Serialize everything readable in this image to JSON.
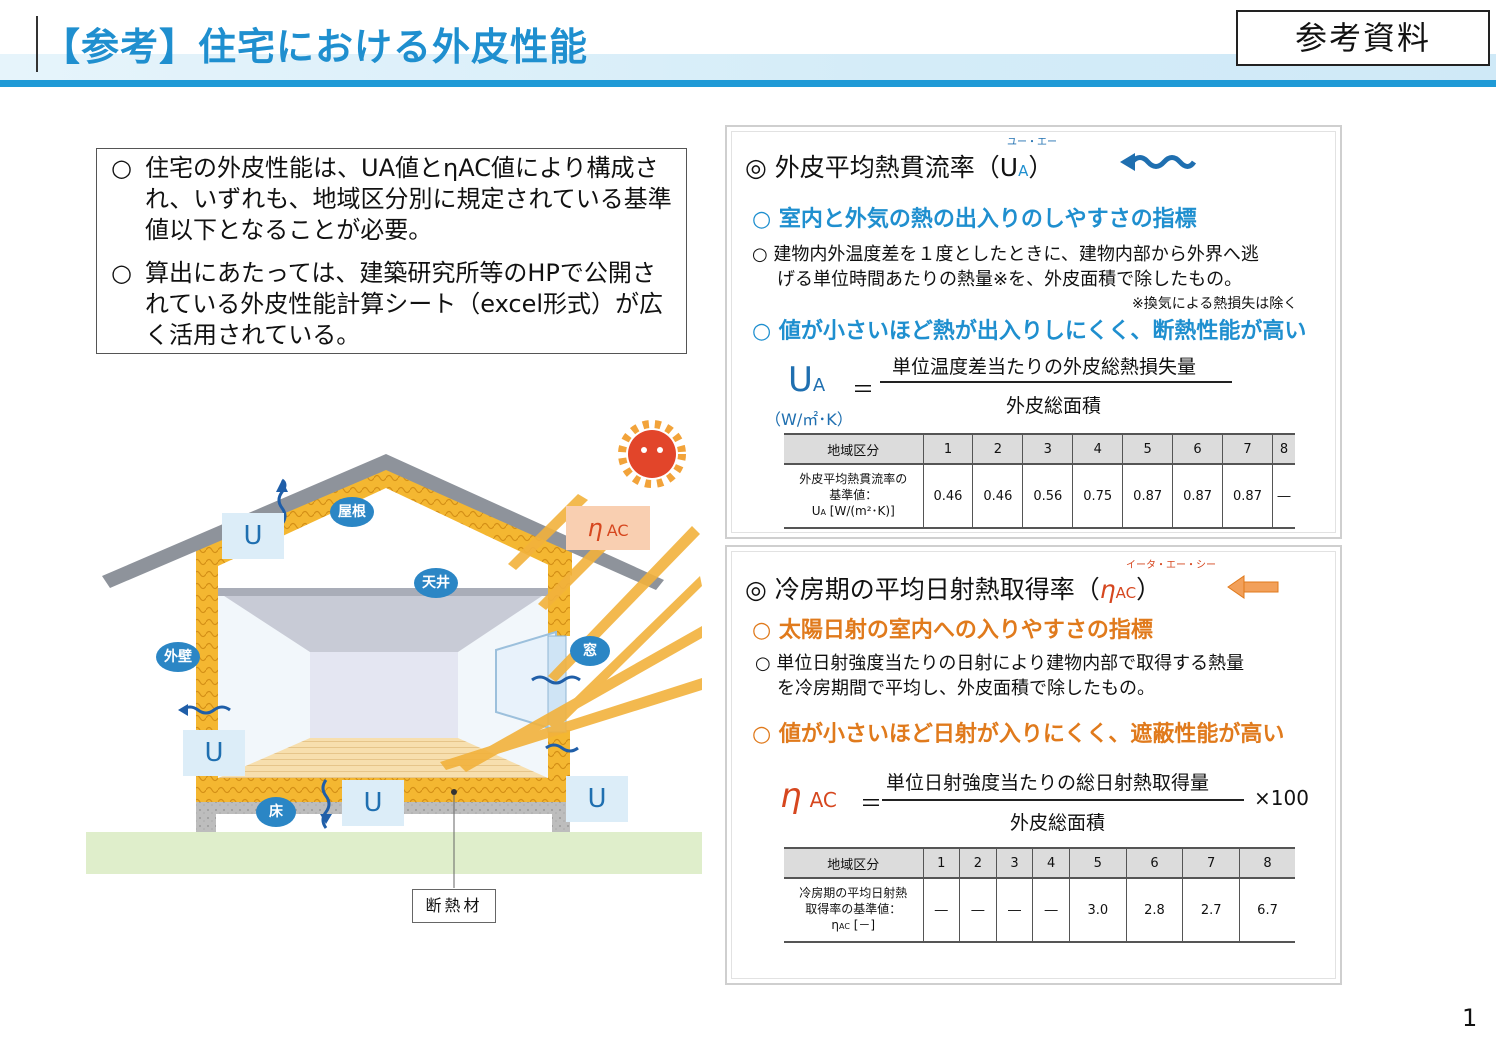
{
  "header": {
    "title": "【参考】住宅における外皮性能",
    "ref_label": "参考資料"
  },
  "intro": {
    "bullets": [
      {
        "mark": "○",
        "text": "住宅の外皮性能は、UA値とηAC値により構成され、いずれも、地域区分別に規定されている基準値以下となることが必要。"
      },
      {
        "mark": "○",
        "text": "算出にあたっては、建築研究所等のHPで公開されている外皮性能計算シート（excel形式）が広く活用されている。"
      }
    ]
  },
  "ua_panel": {
    "ruby": "ユー・エー",
    "title": "◎ 外皮平均熱貫流率（U",
    "title_sub": "A",
    "title_close": "）",
    "headline": "○ 室内と外気の熱の出入りのしやすさの指標",
    "desc_line1": "○ 建物内外温度差を１度としたときに、建物内部から外界へ逃",
    "desc_line2": "げる単位時間あたりの熱量※を、外皮面積で除したもの。",
    "note": "※換気による熱損失は除く",
    "conclusion": "○ 値が小さいほど熱が出入りしにくく、断熱性能が高い",
    "formula": {
      "lhs": "U",
      "lhs_sub": "A",
      "unit": "（W/㎡･K）",
      "eq": "＝",
      "numerator": "単位温度差当たりの外皮総熱損失量",
      "denominator": "外皮総面積"
    },
    "table": {
      "header_label": "地域区分",
      "regions": [
        "1",
        "2",
        "3",
        "4",
        "5",
        "6",
        "7",
        "8"
      ],
      "row_label_1": "外皮平均熱貫流率の",
      "row_label_2": "基準値：",
      "row_label_3": "U",
      "row_label_3_sub": "A",
      "row_label_3_tail": " [W/(m²･K)]",
      "values": [
        "0.46",
        "0.46",
        "0.56",
        "0.75",
        "0.87",
        "0.87",
        "0.87",
        "―"
      ]
    }
  },
  "eta_panel": {
    "ruby": "イータ・エー・シー",
    "title": "◎ 冷房期の平均日射熱取得率（",
    "title_eta": "η",
    "title_sub": "AC",
    "title_close": "）",
    "headline": "○ 太陽日射の室内への入りやすさの指標",
    "desc_line1": "○ 単位日射強度当たりの日射により建物内部で取得する熱量",
    "desc_line2": "を冷房期間で平均し、外皮面積で除したもの。",
    "conclusion": "○ 値が小さいほど日射が入りにくく、遮蔽性能が高い",
    "formula": {
      "lhs": "η",
      "lhs_sub": "AC",
      "eq": "＝",
      "numerator": "単位日射強度当たりの総日射熱取得量",
      "denominator": "外皮総面積",
      "multiplier": "×100"
    },
    "table": {
      "header_label": "地域区分",
      "regions": [
        "1",
        "2",
        "3",
        "4",
        "5",
        "6",
        "7",
        "8"
      ],
      "row_label_1": "冷房期の平均日射熱",
      "row_label_2": "取得率の基準値：",
      "row_label_3": "η",
      "row_label_3_sub": "AC",
      "row_label_3_tail": " [－]",
      "values": [
        "―",
        "―",
        "―",
        "―",
        "3.0",
        "2.8",
        "2.7",
        "6.7"
      ]
    }
  },
  "house": {
    "labels": {
      "roof": "屋根",
      "ceiling": "天井",
      "wall": "外壁",
      "window": "窓",
      "floor": "床",
      "insulation": "断熱材"
    },
    "u_tag": "U",
    "eta_tag": "η",
    "eta_tag_sub": "AC"
  },
  "page_number": "1",
  "colors": {
    "accent_blue": "#1f8fcf",
    "accent_orange": "#e07a1c",
    "insulation": "#f4b731",
    "sun_ray": "#f2b23c"
  }
}
